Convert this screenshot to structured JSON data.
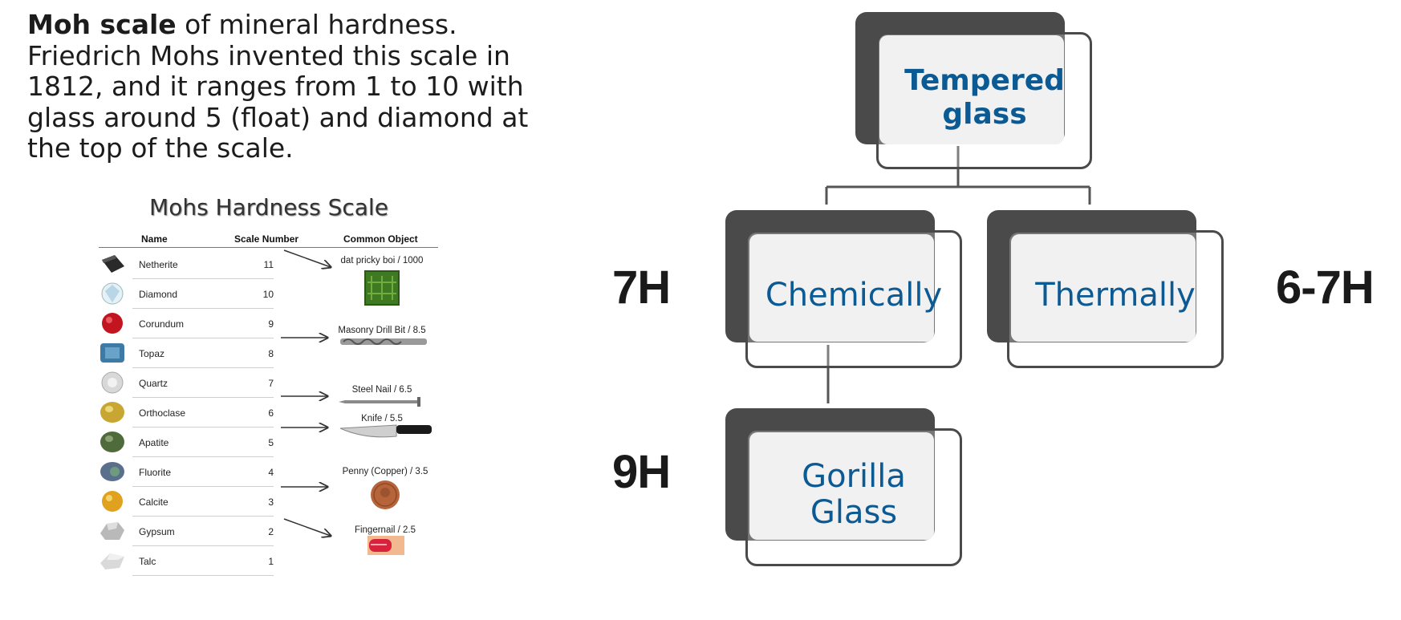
{
  "intro": {
    "bold": "Moh scale",
    "text": " of mineral hardness. Friedrich Mohs invented this scale in 1812, and it ranges from 1 to 10 with glass around 5 (float) and diamond at the top of the scale."
  },
  "mohs_table": {
    "title": "Mohs Hardness Scale",
    "headers": {
      "name": "Name",
      "scale": "Scale Number",
      "object": "Common Object"
    },
    "rows": [
      {
        "name": "Netherite",
        "scale": "11",
        "gem_color": "#2a2a2a"
      },
      {
        "name": "Diamond",
        "scale": "10",
        "gem_color": "#cfe3ef"
      },
      {
        "name": "Corundum",
        "scale": "9",
        "gem_color": "#c21520"
      },
      {
        "name": "Topaz",
        "scale": "8",
        "gem_color": "#3d7ba6"
      },
      {
        "name": "Quartz",
        "scale": "7",
        "gem_color": "#c9c9c9"
      },
      {
        "name": "Orthoclase",
        "scale": "6",
        "gem_color": "#c9a632"
      },
      {
        "name": "Apatite",
        "scale": "5",
        "gem_color": "#4f6b3c"
      },
      {
        "name": "Fluorite",
        "scale": "4",
        "gem_color": "#5a6f8c"
      },
      {
        "name": "Calcite",
        "scale": "3",
        "gem_color": "#e0a21e"
      },
      {
        "name": "Gypsum",
        "scale": "2",
        "gem_color": "#b9b9b9"
      },
      {
        "name": "Talc",
        "scale": "1",
        "gem_color": "#d9d9d9"
      }
    ],
    "objects": {
      "o1": "dat pricky boi / 1000",
      "o2": "Masonry Drill Bit / 8.5",
      "o3": "Steel Nail / 6.5",
      "o4": "Knife / 5.5",
      "o5": "Penny (Copper) / 3.5",
      "o6": "Fingernail / 2.5"
    }
  },
  "tree": {
    "root": {
      "line1": "Tempered",
      "line2": "glass"
    },
    "chemically": "Chemically",
    "thermally": "Thermally",
    "gorilla": {
      "line1": "Gorilla",
      "line2": "Glass"
    },
    "hardness": {
      "chemically": "7H",
      "thermally": "6-7H",
      "gorilla": "9H"
    },
    "colors": {
      "label": "#0b5a94",
      "shadow": "#4a4a4a",
      "fill": "#ececec"
    }
  }
}
